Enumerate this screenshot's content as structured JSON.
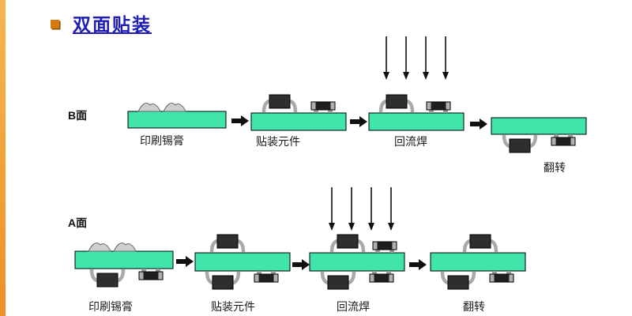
{
  "title": {
    "text": "双面贴装"
  },
  "rows": [
    {
      "side_label": "B面",
      "steps": [
        {
          "label": "印刷锡膏"
        },
        {
          "label": "贴装元件"
        },
        {
          "label": "回流焊"
        },
        {
          "label": "翻转"
        }
      ]
    },
    {
      "side_label": "A面",
      "steps": [
        {
          "label": "印刷锡膏"
        },
        {
          "label": "贴装元件"
        },
        {
          "label": "回流焊"
        },
        {
          "label": "翻转"
        }
      ]
    }
  ],
  "colors": {
    "board": "#41e5a9",
    "accent_bar": "#f0a137",
    "title": "#1d1db5",
    "bullet": "#d97a10",
    "component_body": "#2e2e2e",
    "arrow": "#101010"
  }
}
